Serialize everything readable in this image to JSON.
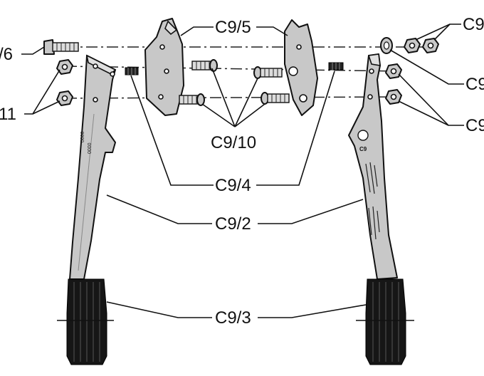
{
  "labels": {
    "c9_5": "C9/5",
    "c9_6_partial": "/6",
    "c9_11_partial": "11",
    "c9_right_top_partial": "C9",
    "c9_right_mid_partial": "C9",
    "c9_right_low_partial": "C9",
    "c9_10": "C9/10",
    "c9_4": "C9/4",
    "c9_2": "C9/2",
    "c9_3": "C9/3"
  },
  "handle_markings": {
    "left_code_1": "0000",
    "left_code_2": "0000",
    "right_logo": "C9",
    "right_badge": "C9"
  },
  "colors": {
    "part_fill": "#c8c8c8",
    "grip_fill": "#161616",
    "line_color": "#111111"
  }
}
